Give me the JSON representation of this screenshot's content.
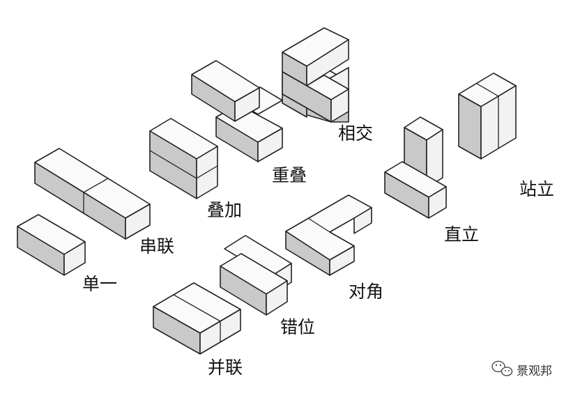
{
  "labels": {
    "danyi": "单一",
    "chuanlian_1": "串联",
    "diejia": "叠加",
    "chongdie": "重叠",
    "xiangjiao": "相交",
    "zhanli": "站立",
    "zhili": "直立",
    "duijiao": "对角",
    "cuowei": "错位",
    "binglian": "并联"
  },
  "watermark": {
    "text": "景观邦",
    "icon": "wechat-icon"
  },
  "colors": {
    "background": "#ffffff",
    "outline": "#222222",
    "front_face": "#c9c9c9",
    "top_face": "#fafafa",
    "side_face": "#f2f2f2"
  }
}
